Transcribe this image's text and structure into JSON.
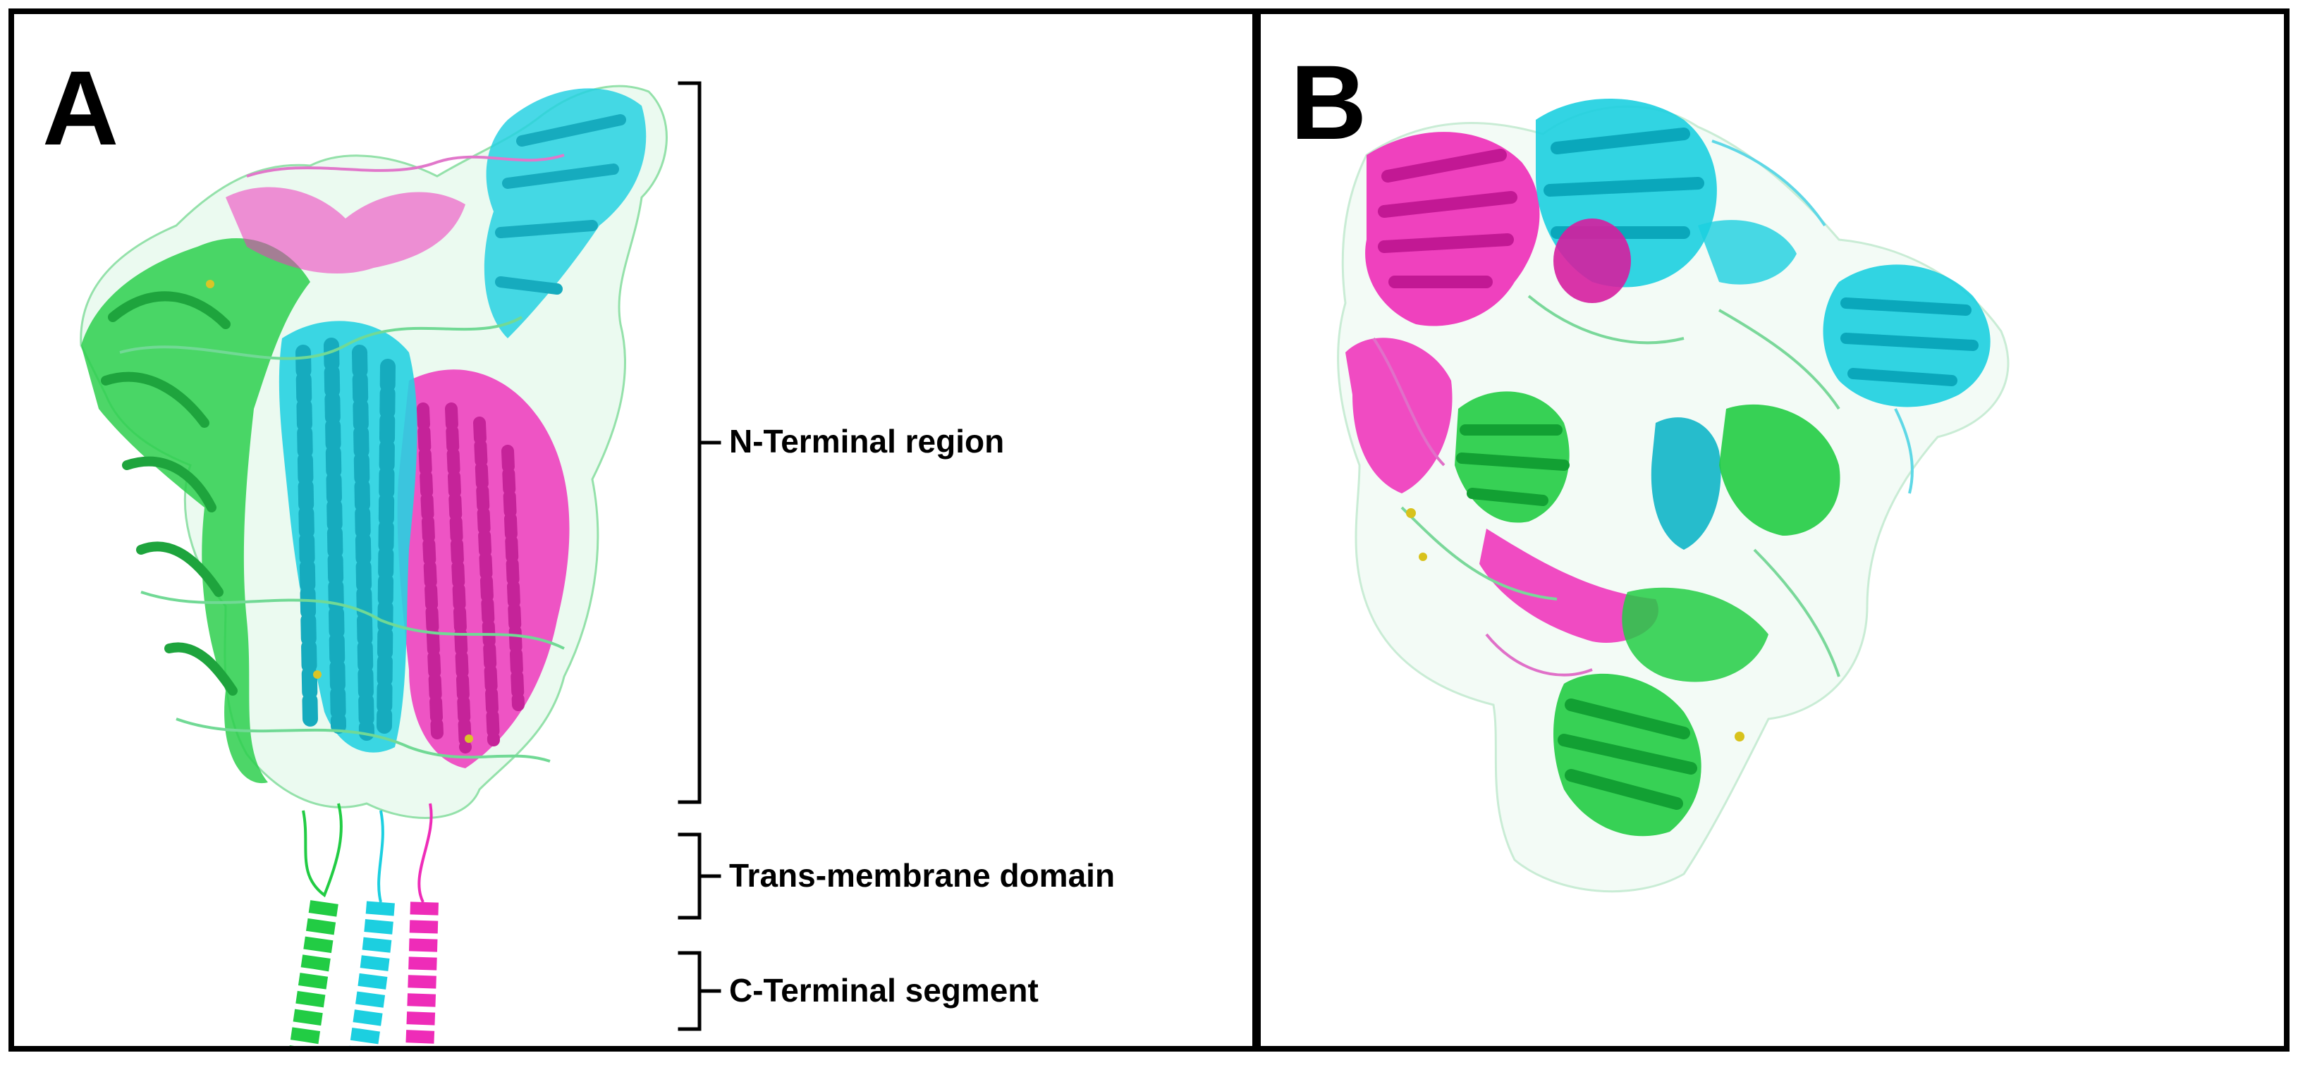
{
  "panels": {
    "a": {
      "letter": "A"
    },
    "b": {
      "letter": "B"
    }
  },
  "regions": [
    {
      "id": "n-terminal",
      "label": "N-Terminal region"
    },
    {
      "id": "trans-membrane",
      "label": "Trans-membrane domain"
    },
    {
      "id": "c-terminal",
      "label": "C-Terminal segment"
    }
  ],
  "colors": {
    "chain_green": "#22cc44",
    "chain_cyan": "#1ccfe0",
    "chain_magenta": "#ee2cb8",
    "ligand_yellow": "#d8c21c",
    "border": "#000000"
  }
}
